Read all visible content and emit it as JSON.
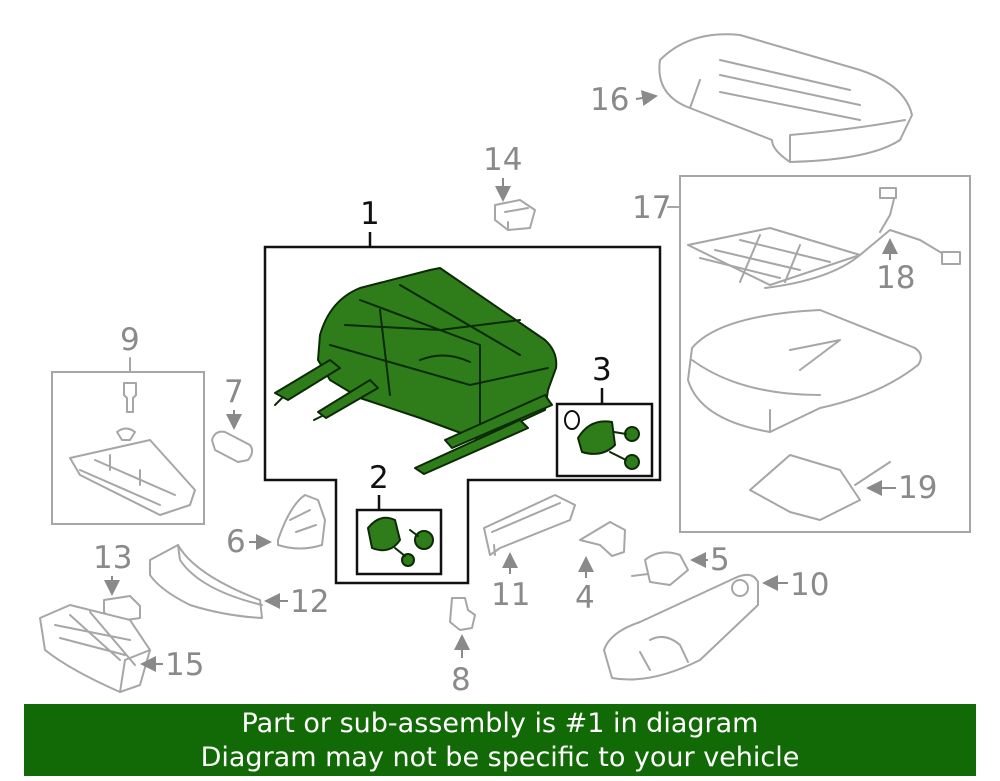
{
  "callouts": {
    "c1": "1",
    "c2": "2",
    "c3": "3",
    "c4": "4",
    "c5": "5",
    "c6": "6",
    "c7": "7",
    "c8": "8",
    "c9": "9",
    "c10": "10",
    "c11": "11",
    "c12": "12",
    "c13": "13",
    "c14": "14",
    "c15": "15",
    "c16": "16",
    "c17": "17",
    "c18": "18",
    "c19": "19"
  },
  "colors": {
    "highlight": "#2f7d1a",
    "banner": "#116a05",
    "outline": "#a6a6a6"
  },
  "banner": {
    "line1": "Part or sub-assembly is #1 in diagram",
    "line2": "Diagram may not be specific to your vehicle"
  }
}
